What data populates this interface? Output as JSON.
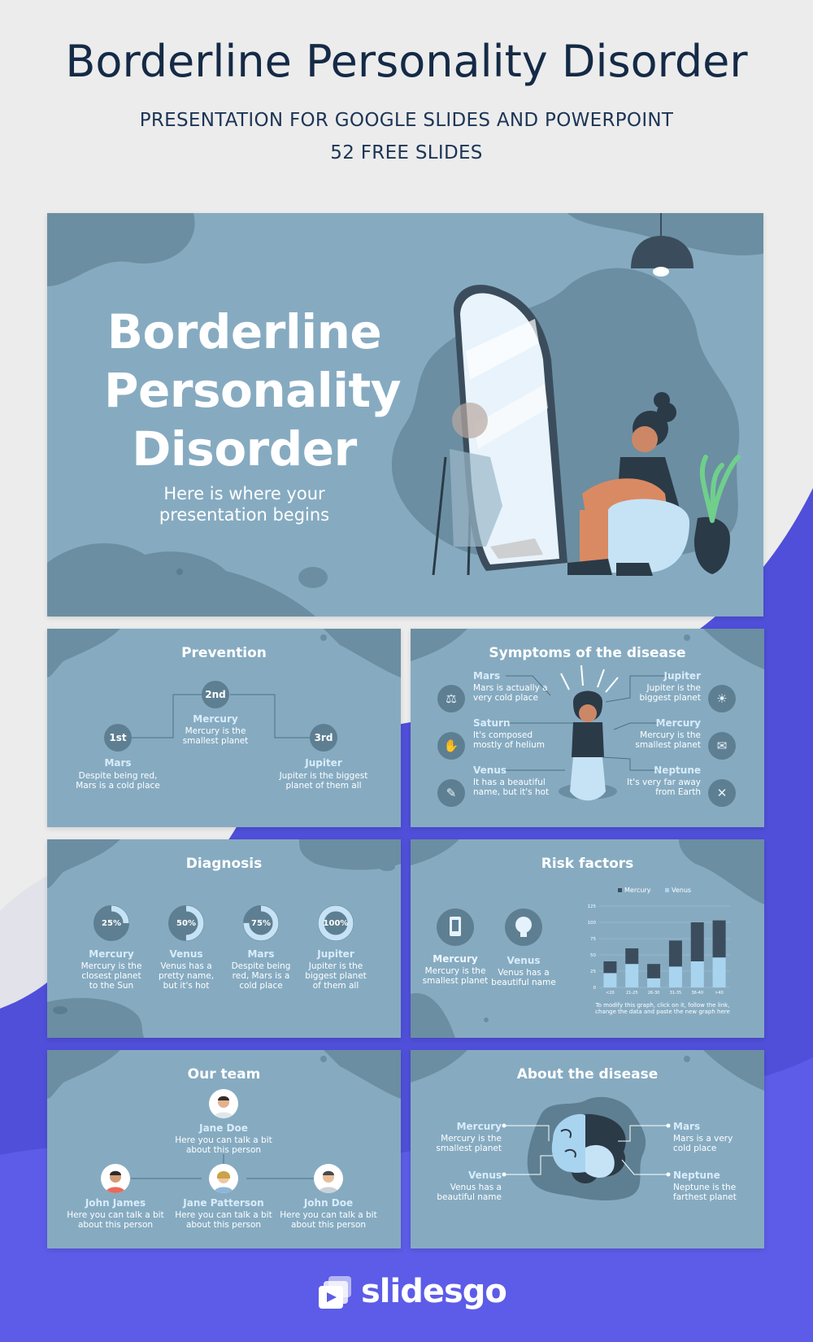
{
  "header": {
    "title": "Borderline Personality Disorder",
    "subtitle_line1": "PRESENTATION FOR GOOGLE SLIDES AND POWERPOINT",
    "subtitle_line2": "52 FREE SLIDES"
  },
  "cover": {
    "title_line1": "Borderline",
    "title_line2": "Personality",
    "title_line3": "Disorder",
    "subtitle_line1": "Here is where your",
    "subtitle_line2": "presentation begins"
  },
  "prevention": {
    "title": "Prevention",
    "steps": [
      {
        "badge": "1st",
        "name": "Mars",
        "desc1": "Despite being red,",
        "desc2": "Mars is a cold place"
      },
      {
        "badge": "2nd",
        "name": "Mercury",
        "desc1": "Mercury is the",
        "desc2": "smallest planet"
      },
      {
        "badge": "3rd",
        "name": "Jupiter",
        "desc1": "Jupiter is the biggest",
        "desc2": "planet of them all"
      }
    ]
  },
  "symptoms": {
    "title": "Symptoms of the disease",
    "items": [
      {
        "name": "Mars",
        "desc1": "Mars is actually a",
        "desc2": "very cold place",
        "icon": "dumbbell-icon",
        "glyph": "⚖"
      },
      {
        "name": "Saturn",
        "desc1": "It's composed",
        "desc2": "mostly of helium",
        "icon": "praying-hands-icon",
        "glyph": "✋"
      },
      {
        "name": "Venus",
        "desc1": "It has a beautiful",
        "desc2": "name, but it's hot",
        "icon": "palette-icon",
        "glyph": "✎"
      },
      {
        "name": "Jupiter",
        "desc1": "Jupiter is the",
        "desc2": "biggest planet",
        "icon": "lightbulb-icon",
        "glyph": "☀"
      },
      {
        "name": "Mercury",
        "desc1": "Mercury is the",
        "desc2": "smallest planet",
        "icon": "chat-bubbles-icon",
        "glyph": "✉"
      },
      {
        "name": "Neptune",
        "desc1": "It's very far away",
        "desc2": "from Earth",
        "icon": "fork-knife-icon",
        "glyph": "✕"
      }
    ]
  },
  "diagnosis": {
    "title": "Diagnosis",
    "items": [
      {
        "value": "25%",
        "fraction": 0.25,
        "name": "Mercury",
        "desc1": "Mercury is the",
        "desc2": "closest planet",
        "desc3": "to the Sun"
      },
      {
        "value": "50%",
        "fraction": 0.5,
        "name": "Venus",
        "desc1": "Venus has a",
        "desc2": "pretty name,",
        "desc3": "but it's hot"
      },
      {
        "value": "75%",
        "fraction": 0.75,
        "name": "Mars",
        "desc1": "Despite being",
        "desc2": "red, Mars is a",
        "desc3": "cold place"
      },
      {
        "value": "100%",
        "fraction": 1.0,
        "name": "Jupiter",
        "desc1": "Jupiter is the",
        "desc2": "biggest planet",
        "desc3": "of them all"
      }
    ]
  },
  "risk": {
    "title": "Risk factors",
    "items": [
      {
        "name": "Mercury",
        "desc1": "Mercury is the",
        "desc2": "smallest planet",
        "icon": "phone-icon"
      },
      {
        "name": "Venus",
        "desc1": "Venus has a",
        "desc2": "beautiful name",
        "icon": "head-gear-icon"
      }
    ],
    "note1": "To modify this graph, click on it, follow the link,",
    "note2": "change the data and paste the new graph here"
  },
  "chart_data": {
    "type": "bar",
    "stacked": true,
    "categories": [
      "<20",
      "21-25",
      "26-30",
      "31-35",
      "36-40",
      ">40"
    ],
    "series": [
      {
        "name": "Mercury",
        "values": [
          18,
          24,
          22,
          40,
          60,
          57
        ],
        "color": "#3b4d5c"
      },
      {
        "name": "Venus",
        "values": [
          22,
          36,
          14,
          32,
          40,
          46
        ],
        "color": "#a9d4ef"
      }
    ],
    "ylim": [
      0,
      125
    ],
    "yticks": [
      "0",
      "25",
      "50",
      "75",
      "100",
      "125"
    ],
    "legend": "top"
  },
  "team": {
    "title": "Our team",
    "members": [
      {
        "name": "Jane Doe",
        "desc1": "Here you can talk a bit",
        "desc2": "about this person"
      },
      {
        "name": "John James",
        "desc1": "Here you can talk a bit",
        "desc2": "about this person"
      },
      {
        "name": "Jane Patterson",
        "desc1": "Here you can talk a bit",
        "desc2": "about this person"
      },
      {
        "name": "John Doe",
        "desc1": "Here you can talk a bit",
        "desc2": "about this person"
      }
    ]
  },
  "about": {
    "title": "About the disease",
    "items": [
      {
        "name": "Mercury",
        "desc1": "Mercury is the",
        "desc2": "smallest planet"
      },
      {
        "name": "Venus",
        "desc1": "Venus has a",
        "desc2": "beautiful name"
      },
      {
        "name": "Mars",
        "desc1": "Mars is a very",
        "desc2": "cold place"
      },
      {
        "name": "Neptune",
        "desc1": "Neptune is the",
        "desc2": "farthest planet"
      }
    ]
  },
  "brand": {
    "name": "slidesgo"
  }
}
